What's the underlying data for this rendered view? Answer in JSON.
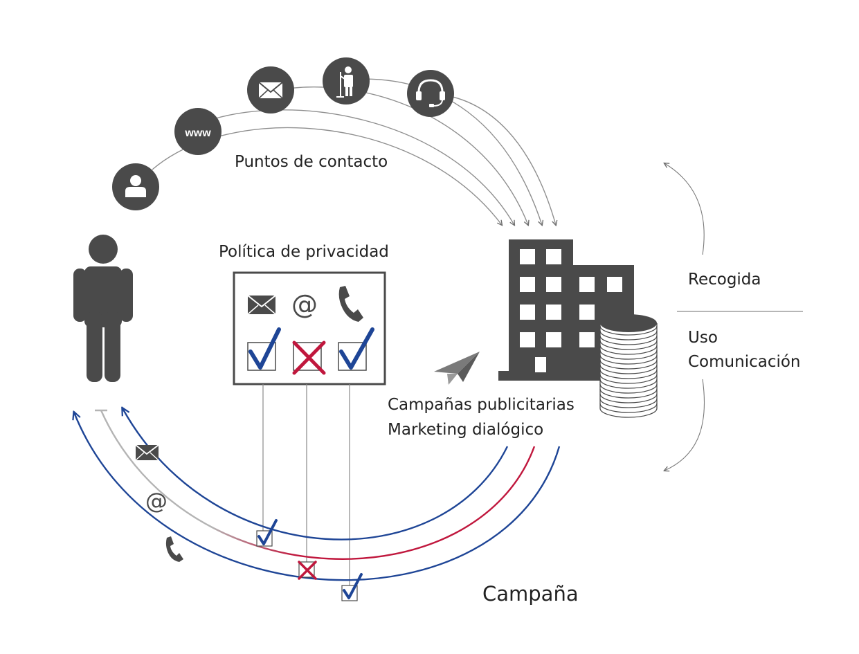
{
  "labels": {
    "touchpoints": "Puntos de contacto",
    "privacy_policy": "Política de privacidad",
    "campaigns_line1": "Campañas publicitarias",
    "campaigns_line2": "Marketing dialógico",
    "collection": "Recogida",
    "usage": "Uso",
    "communication": "Comunicación",
    "campaign": "Campaña"
  },
  "touchpoint_icons": [
    "person-icon",
    "www-icon",
    "envelope-icon",
    "speaker-podium-icon",
    "headset-icon"
  ],
  "touchpoint_www_text": "www",
  "privacy_channels": [
    {
      "channel": "email",
      "icon": "envelope-icon",
      "consent": "granted"
    },
    {
      "channel": "at",
      "icon": "at-sign-icon",
      "glyph": "@",
      "consent": "denied"
    },
    {
      "channel": "phone",
      "icon": "phone-icon",
      "consent": "granted"
    }
  ],
  "campaign_channels": [
    {
      "channel": "email",
      "glyph": "✉",
      "consent": "granted",
      "color": "#1e4596"
    },
    {
      "channel": "at",
      "glyph": "@",
      "consent": "denied",
      "color": "#c0173d"
    },
    {
      "channel": "phone",
      "glyph": "✆",
      "consent": "granted",
      "color": "#1e4596"
    }
  ],
  "colors": {
    "dark_gray": "#4a4a4a",
    "blue": "#1e4596",
    "red": "#c0173d",
    "light_gray": "#b4b4b4"
  }
}
